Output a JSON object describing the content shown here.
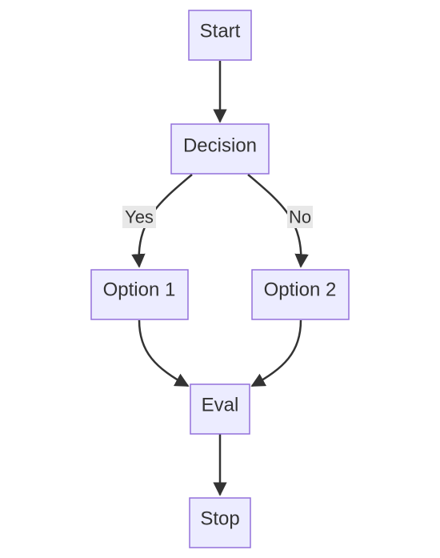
{
  "diagram": {
    "nodes": {
      "start": "Start",
      "decision": "Decision",
      "option1": "Option 1",
      "option2": "Option 2",
      "eval": "Eval",
      "stop": "Stop"
    },
    "edges": {
      "yes_label": "Yes",
      "no_label": "No"
    },
    "colors": {
      "node_fill": "#ececff",
      "node_stroke": "#9370db",
      "edge": "#333333",
      "label_bg": "#e8e8e8",
      "text": "#333333"
    }
  }
}
